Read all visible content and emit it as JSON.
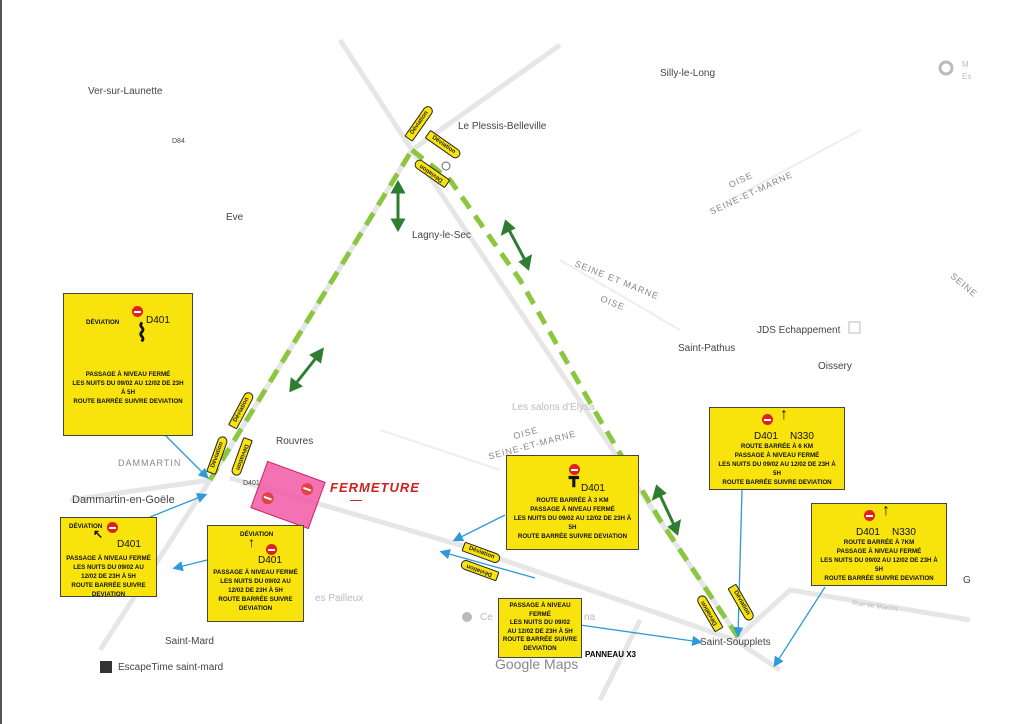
{
  "places": {
    "ver_sur_launette": "Ver-sur-Launette",
    "silly_le_long": "Silly-le-Long",
    "le_plessis_belleville": "Le Plessis-Belleville",
    "eve": "Eve",
    "lagny_le_sec": "Lagny-le-Sec",
    "saint_pathus": "Saint-Pathus",
    "oissery": "Oissery",
    "rouvres": "Rouvres",
    "dammartin": "DAMMARTIN",
    "dammartin_en_goele": "Dammartin-en-Goële",
    "saint_mard": "Saint-Mard",
    "saint_soupplets": "Saint-Soupplets",
    "d84": "D84",
    "d401_road": "D401",
    "jds": "JDS Echappement",
    "salons": "Les salons d'Elysa",
    "escape": "EscapeTime saint-mard",
    "pailleux": "es Pailleux",
    "centre": "Ce",
    "centre_end": "na",
    "rue": "Rue de Marchi",
    "top_right_1": "M",
    "top_right_2": "Es",
    "right_g": "G",
    "seine_right": "SEINE"
  },
  "regions": {
    "oise_1": "OISE",
    "sem_1": "SEINE-ET-MARNE",
    "sem_2": "SEINE ET MARNE",
    "oise_2": "OISE",
    "oise_3": "OISE",
    "sem_3": "SEINE-ET-MARNE"
  },
  "deviation_tag": "Déviation",
  "fermeture": "FERMETURE",
  "panneau": "PANNEAU X3",
  "google_maps": "Google Maps",
  "signs": [
    {
      "header": "DÉVIATION",
      "road": "D401",
      "lines": [
        "PASSAGE À NIVEAU FERMÉ",
        "LES NUITS DU 09/02 AU 12/02 DE 23H",
        "À 5H",
        "ROUTE BARRÉE SUIVRE DEVIATION"
      ]
    },
    {
      "header": "DÉVIATION",
      "road": "D401",
      "lines": [
        "PASSAGE À NIVEAU FERMÉ",
        "LES NUITS DU 09/02 AU",
        "12/02 DE 23H À 5H",
        "ROUTE BARRÉE SUIVRE",
        "DEVIATION"
      ]
    },
    {
      "header": "DÉVIATION",
      "road": "D401",
      "lines": [
        "PASSAGE À NIVEAU FERMÉ",
        "LES NUITS DU 09/02 AU",
        "12/02 DE 23H À 5H",
        "ROUTE BARRÉE SUIVRE",
        "DEVIATION"
      ]
    },
    {
      "road": "D401",
      "lines": [
        "ROUTE BARRÉE À 3 KM",
        "PASSAGE À NIVEAU FERMÉ",
        "LES NUITS DU 09/02 AU 12/02 DE 23H À",
        "5H",
        "ROUTE BARRÉE SUIVRE DEVIATION"
      ]
    },
    {
      "road": "D401",
      "road2": "N330",
      "lines": [
        "ROUTE BARRÉE À 6 KM",
        "PASSAGE À NIVEAU FERMÉ",
        "LES NUITS DU 09/02 AU 12/02 DE 23H À",
        "5H",
        "ROUTE BARRÉE SUIVRE DEVIATION"
      ]
    },
    {
      "road": "D401",
      "road2": "N330",
      "lines": [
        "ROUTE BARRÉE À 7KM",
        "PASSAGE À NIVEAU FERMÉ",
        "LES NUITS DU 09/02 AU 12/02 DE 23H À",
        "5H",
        "ROUTE BARRÉE SUIVRE DEVIATION"
      ]
    },
    {
      "lines": [
        "PASSAGE À NIVEAU",
        "FERMÉ",
        "LES NUITS DU 09/02",
        "AU 12/02 DE 23H À 5H",
        "ROUTE BARRÉE SUIVRE",
        "DEVIATION"
      ]
    }
  ],
  "colors": {
    "sign": "#f8e40c",
    "route": "#8cc63f",
    "arrow": "#2e9ad8",
    "double_arrow": "#2e7d32"
  }
}
